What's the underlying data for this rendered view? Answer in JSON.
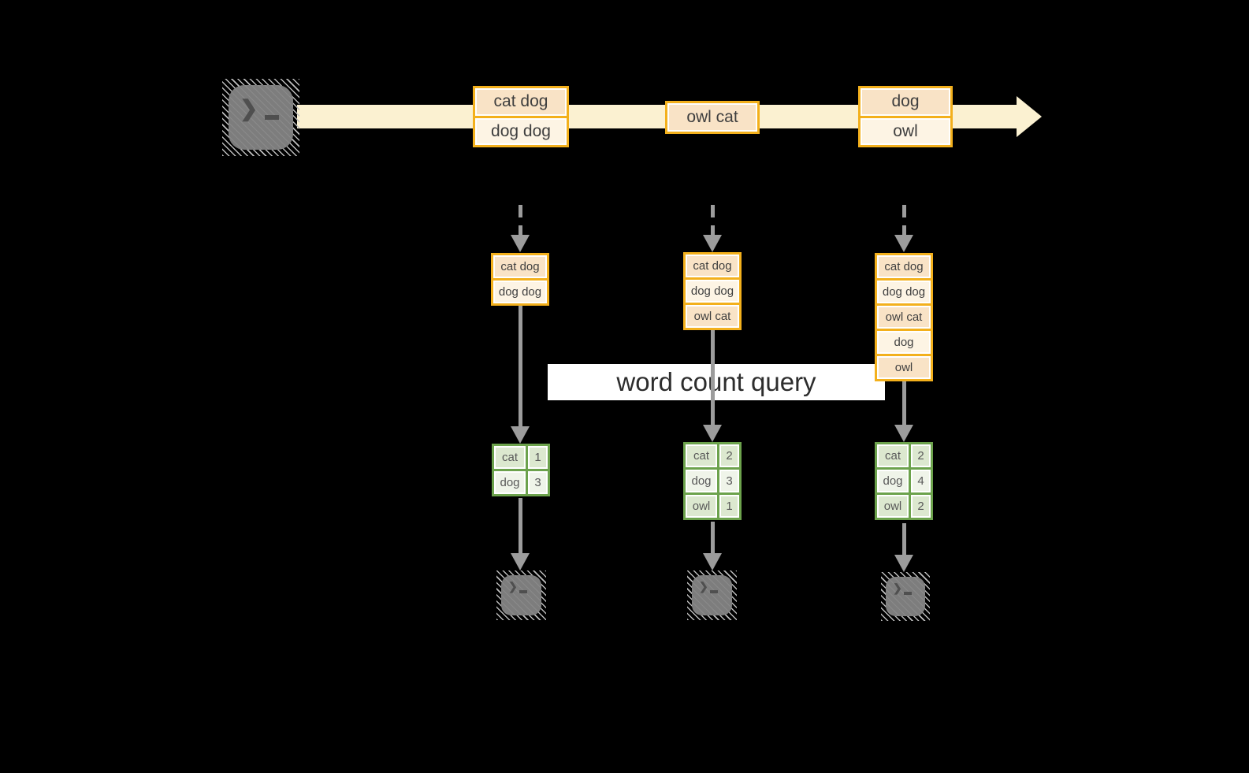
{
  "query": {
    "label": "word count query"
  },
  "stream": {
    "events": [
      {
        "lines": [
          "cat dog",
          "dog dog"
        ]
      },
      {
        "lines": [
          "owl cat"
        ]
      },
      {
        "lines": [
          "dog",
          "owl"
        ]
      }
    ]
  },
  "columns": [
    {
      "buffer": [
        "cat dog",
        "dog dog"
      ],
      "counts": [
        {
          "word": "cat",
          "value": "1"
        },
        {
          "word": "dog",
          "value": "3"
        }
      ]
    },
    {
      "buffer": [
        "cat dog",
        "dog dog",
        "owl cat"
      ],
      "counts": [
        {
          "word": "cat",
          "value": "2"
        },
        {
          "word": "dog",
          "value": "3"
        },
        {
          "word": "owl",
          "value": "1"
        }
      ]
    },
    {
      "buffer": [
        "cat dog",
        "dog dog",
        "owl cat",
        "dog",
        "owl"
      ],
      "counts": [
        {
          "word": "cat",
          "value": "2"
        },
        {
          "word": "dog",
          "value": "4"
        },
        {
          "word": "owl",
          "value": "2"
        }
      ]
    }
  ],
  "icons": {
    "terminal_prompt": "❯"
  },
  "colors": {
    "background": "#000000",
    "stream_band": "#fbf1d1",
    "box_border_orange": "#f3b01c",
    "box_fill_peach": "#f9e3c6",
    "box_fill_cream": "#fdf4e4",
    "table_border_green": "#6ca24c",
    "table_fill_dark": "#dce8cf",
    "table_fill_light": "#eff4e9",
    "arrow_gray": "#9c9c9c",
    "terminal_gray": "#7d7d7d",
    "query_band_bg": "#ffffff",
    "text": "#3f3f3f"
  }
}
